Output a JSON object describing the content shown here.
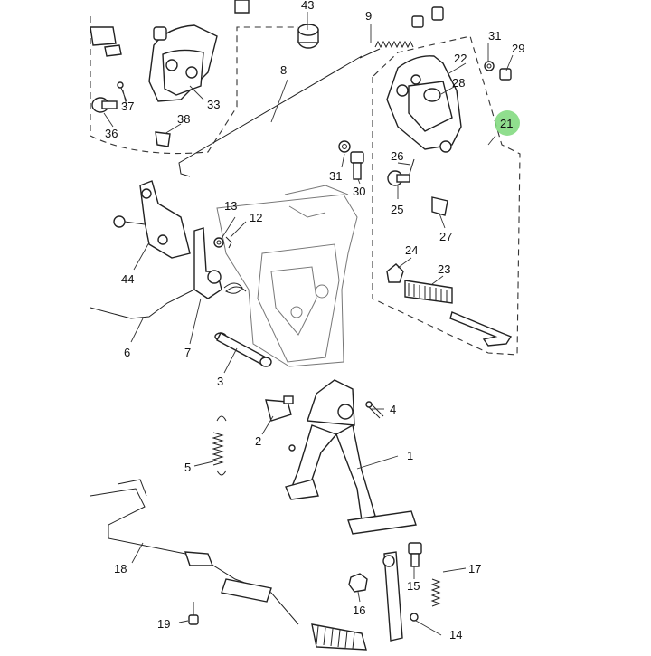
{
  "diagram": {
    "highlight_color": "#7dd87a",
    "labels": {
      "p1": "1",
      "p2": "2",
      "p3": "3",
      "p4": "4",
      "p5": "5",
      "p6": "6",
      "p7": "7",
      "p8": "8",
      "p9": "9",
      "p12": "12",
      "p13": "13",
      "p14": "14",
      "p15": "15",
      "p16": "16",
      "p17": "17",
      "p18": "18",
      "p19": "19",
      "p21": "21",
      "p22": "22",
      "p23": "23",
      "p24": "24",
      "p25": "25",
      "p26": "26",
      "p27": "27",
      "p28": "28",
      "p29": "29",
      "p30": "30",
      "p31a": "31",
      "p31b": "31",
      "p33": "33",
      "p36": "36",
      "p37": "37",
      "p38": "38",
      "p43": "43",
      "p44": "44"
    }
  }
}
